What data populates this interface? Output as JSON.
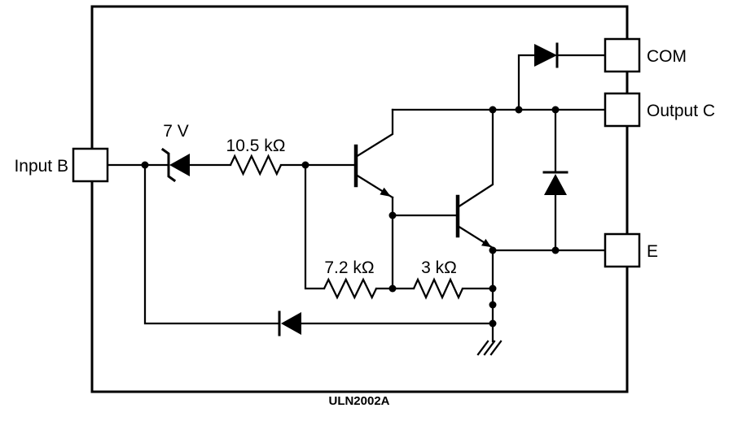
{
  "diagram": {
    "caption": "ULN2002A",
    "pins": {
      "input_b": "Input B",
      "com": "COM",
      "output_c": "Output C",
      "e": "E"
    },
    "components": {
      "zener_voltage": "7 V",
      "base_resistor": "10.5 kΩ",
      "resistor_7_2k": "7.2 kΩ",
      "resistor_3k": "3 kΩ"
    },
    "colors": {
      "line": "#000000",
      "background": "#ffffff"
    }
  }
}
